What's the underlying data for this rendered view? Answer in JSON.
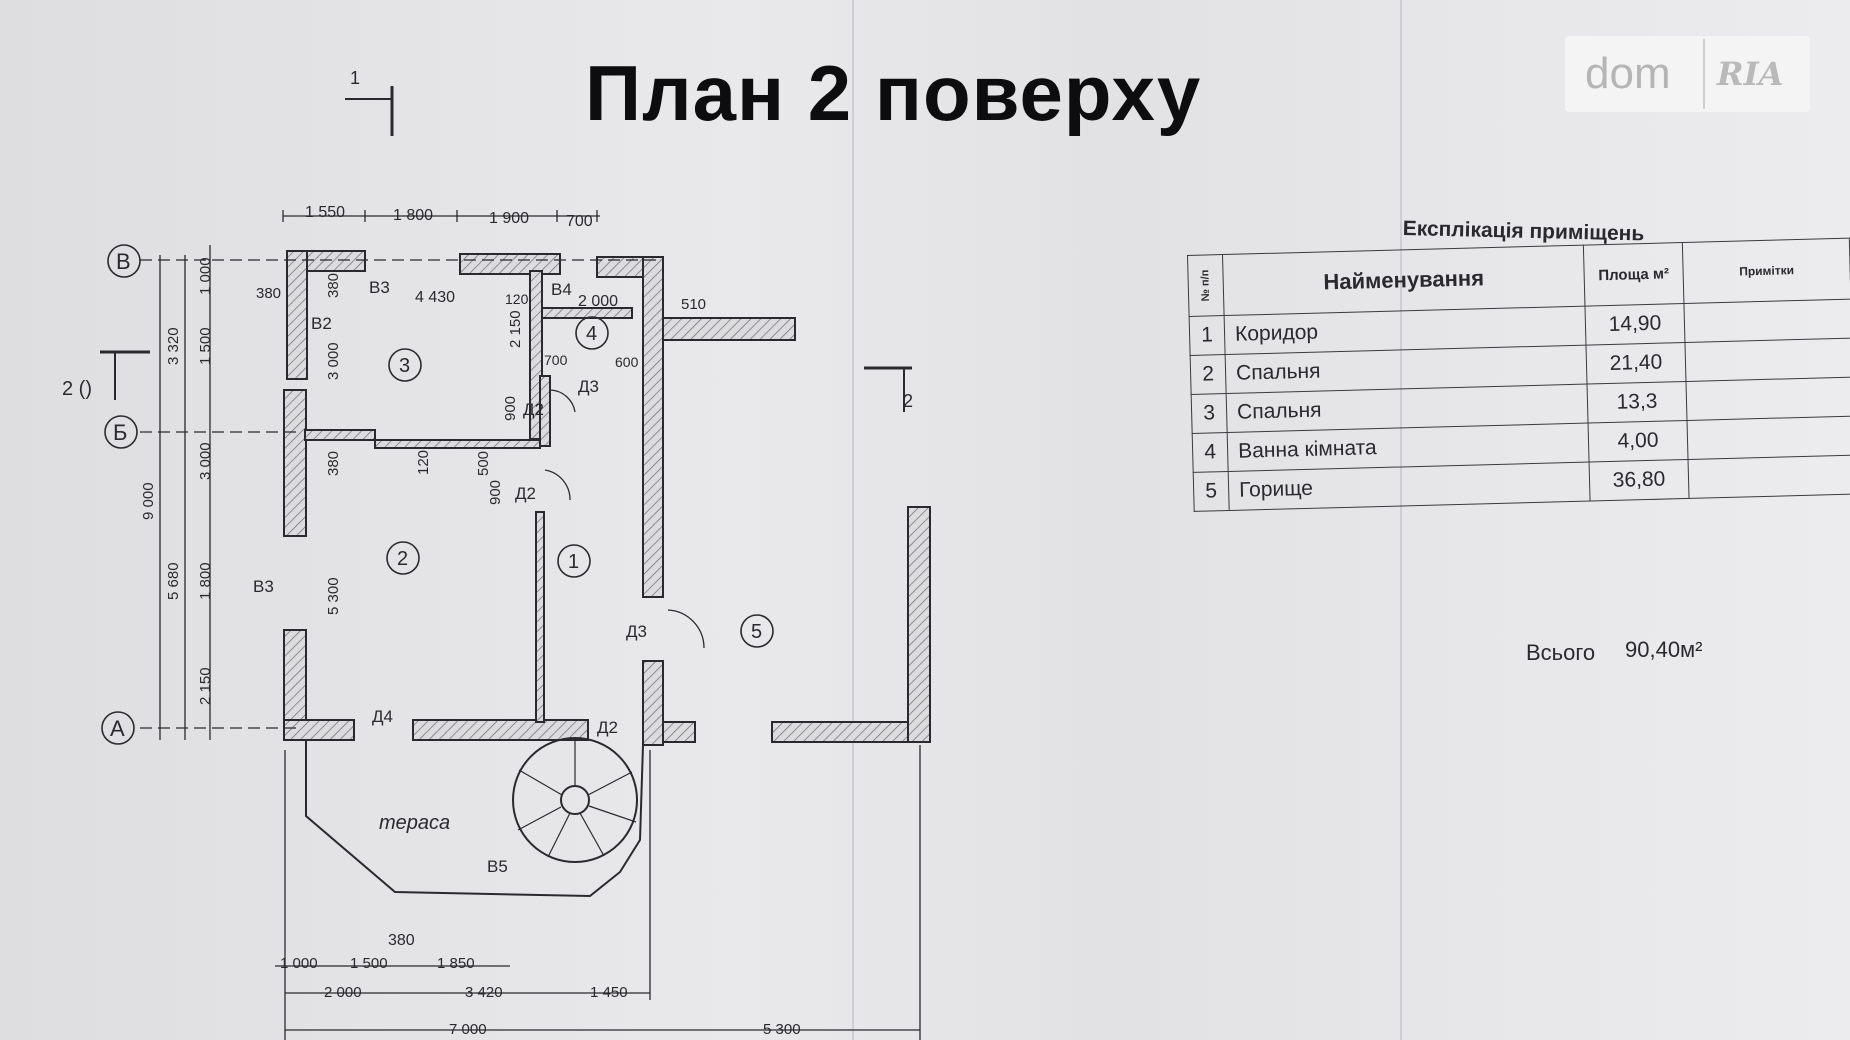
{
  "title": "План 2 поверху",
  "logo": {
    "left_text": "dom",
    "right_text": "RIA"
  },
  "explication": {
    "title": "Експлікація приміщень",
    "headers": {
      "num": "№ п/п",
      "name": "Найменування",
      "area": "Площа м²",
      "notes": "Примітки"
    },
    "rows": [
      {
        "num": "1",
        "name": "Коридор",
        "area": "14,90"
      },
      {
        "num": "2",
        "name": "Спальня",
        "area": "21,40"
      },
      {
        "num": "3",
        "name": "Спальня",
        "area": "13,3"
      },
      {
        "num": "4",
        "name": "Ванна кімната",
        "area": "4,00"
      },
      {
        "num": "5",
        "name": "Горище",
        "area": "36,80"
      }
    ],
    "total_label": "Всього",
    "total_value": "90,40м²"
  },
  "plan": {
    "axes": [
      "В",
      "Б",
      "А"
    ],
    "room_numbers": [
      "1",
      "2",
      "3",
      "4",
      "5"
    ],
    "terrace_label": "тераса",
    "section_marks": {
      "s1": "1",
      "s2a": "2 ()",
      "s2b": "2"
    },
    "top_dims": [
      "1 550",
      "1 800",
      "1 900",
      "700"
    ],
    "bottom_dims_row1": [
      "1 000",
      "1 500",
      "1 850"
    ],
    "bottom_dims_row2": [
      "2 000",
      "3 420",
      "1 450"
    ],
    "bottom_dims_row3": [
      "7 000",
      "5 300"
    ],
    "left_dims_outer": [
      "9 000"
    ],
    "left_dims_mid": [
      "3 320",
      "5 680"
    ],
    "left_dims_inner": [
      "1 000",
      "1 500",
      "3 000",
      "1 800",
      "2 150"
    ],
    "inner_dims": [
      "380",
      "380",
      "4 430",
      "120",
      "2 000",
      "510",
      "2 150",
      "3 000",
      "700",
      "600",
      "900",
      "120",
      "500",
      "380",
      "900",
      "5 300",
      "380"
    ],
    "element_labels": [
      "В3",
      "В4",
      "В2",
      "Д3",
      "Д2",
      "Д2",
      "В3",
      "Д3",
      "Д4",
      "Д2",
      "В5"
    ]
  },
  "colors": {
    "ink": "#2a2a2e",
    "hatch": "#6a6a70",
    "paper": "#e4e4e6"
  }
}
